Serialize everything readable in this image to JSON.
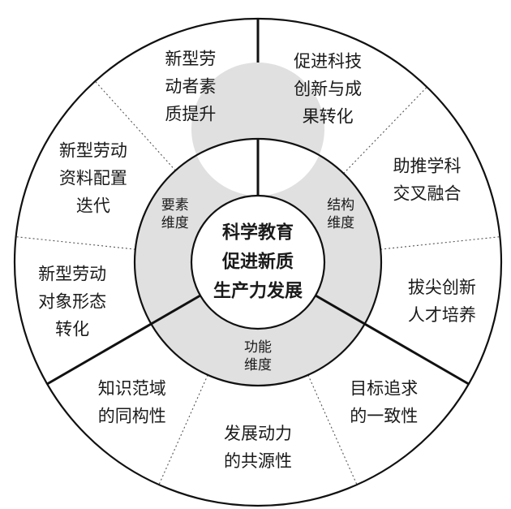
{
  "center": {
    "lines": [
      "科学教育",
      "促进新质",
      "生产力发展"
    ]
  },
  "dimensions": [
    {
      "id": "structure",
      "lines": [
        "结构",
        "维度"
      ]
    },
    {
      "id": "function",
      "lines": [
        "功能",
        "维度"
      ]
    },
    {
      "id": "element",
      "lines": [
        "要素",
        "维度"
      ]
    }
  ],
  "outer_segments": [
    {
      "id": "tech-innovation",
      "dimension": "structure",
      "lines": [
        "促进科技",
        "创新与成",
        "果转化"
      ]
    },
    {
      "id": "interdisciplinary",
      "dimension": "structure",
      "lines": [
        "助推学科",
        "交叉融合"
      ]
    },
    {
      "id": "top-talent",
      "dimension": "structure",
      "lines": [
        "拔尖创新",
        "人才培养"
      ]
    },
    {
      "id": "goal-consistency",
      "dimension": "function",
      "lines": [
        "目标追求",
        "的一致性"
      ]
    },
    {
      "id": "common-source",
      "dimension": "function",
      "lines": [
        "发展动力",
        "的共源性"
      ]
    },
    {
      "id": "isomorphism",
      "dimension": "function",
      "lines": [
        "知识范域",
        "的同构性"
      ]
    },
    {
      "id": "labor-object",
      "dimension": "element",
      "lines": [
        "新型劳动",
        "对象形态",
        "转化"
      ]
    },
    {
      "id": "labor-material",
      "dimension": "element",
      "lines": [
        "新型劳动",
        "资料配置",
        "迭代"
      ]
    },
    {
      "id": "labor-quality",
      "dimension": "element",
      "lines": [
        "新型劳",
        "动者素",
        "质提升"
      ]
    }
  ],
  "colors": {
    "ring_fill": "#e0e0e0",
    "stroke": "#111111",
    "background": "#ffffff"
  }
}
